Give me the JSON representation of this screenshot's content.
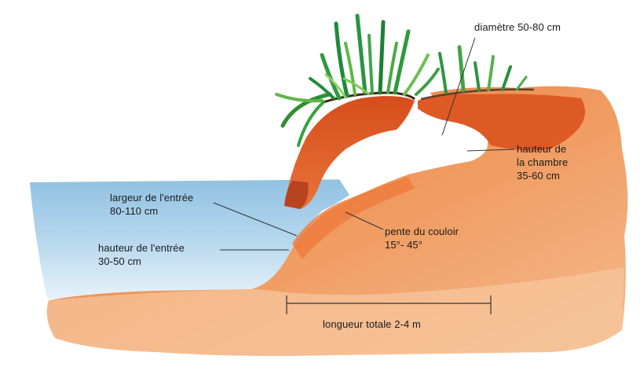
{
  "labels": {
    "diametre": "diamètre 50-80 cm",
    "hauteur_chambre": [
      "hauteur de",
      "la chambre",
      "35-60 cm"
    ],
    "largeur_entree": [
      "largeur de l'entrée",
      "80-110 cm"
    ],
    "hauteur_entree": [
      "hauteur de l'entrée",
      "30-50 cm"
    ],
    "pente_couloir": [
      "pente du couloir",
      "15°- 45°"
    ],
    "longueur_totale": "longueur totale 2-4 m"
  },
  "colors": {
    "water": "#8fc3e2",
    "soil_dark": "#d9541f",
    "soil_mid": "#ee8a4f",
    "soil_light": "#f6b98c",
    "grass": "#3c9a3a",
    "chamber": "#ffffff",
    "line": "#333333"
  }
}
